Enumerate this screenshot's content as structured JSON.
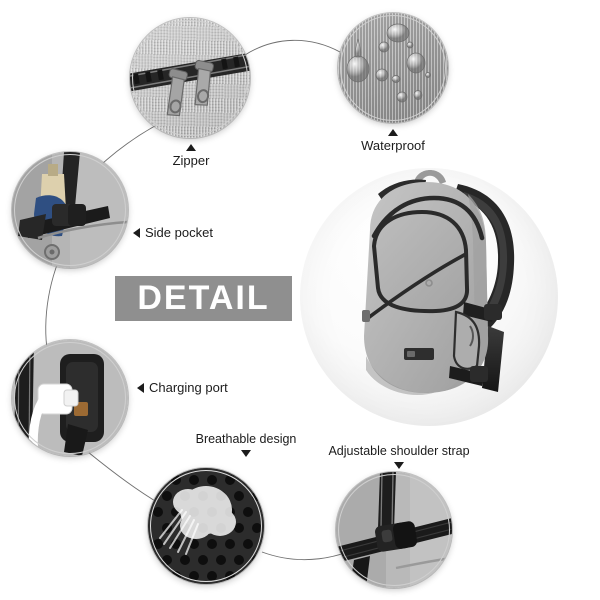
{
  "banner": {
    "text": "DETAIL",
    "bg_color": "#8f8f8f",
    "text_color": "#ffffff"
  },
  "features": [
    {
      "id": "zipper",
      "label": "Zipper",
      "marker": "triangle-up",
      "icon_name": "zipper-pull-photo"
    },
    {
      "id": "waterproof",
      "label": "Waterproof",
      "marker": "triangle-up",
      "icon_name": "water-droplets-photo"
    },
    {
      "id": "side-pocket",
      "label": "Side pocket",
      "marker": "triangle-left",
      "icon_name": "side-pocket-bottle-photo"
    },
    {
      "id": "charging-port",
      "label": "Charging port",
      "marker": "triangle-left",
      "icon_name": "usb-charging-port-photo"
    },
    {
      "id": "breathable",
      "label": "Breathable design",
      "marker": "triangle-down",
      "icon_name": "breathable-mesh-photo"
    },
    {
      "id": "shoulder-strap",
      "label": "Adjustable shoulder strap",
      "marker": "triangle-down",
      "icon_name": "shoulder-strap-buckle-photo"
    }
  ],
  "product": {
    "name": "grey-laptop-backpack",
    "body_color": "#b2b2b2",
    "strap_color": "#2b2b2b"
  },
  "palette": {
    "background": "#ffffff",
    "fabric_grey": "#bdbdbd",
    "mesh_dark": "#3a3a3a",
    "line": "#8a8a8a"
  }
}
